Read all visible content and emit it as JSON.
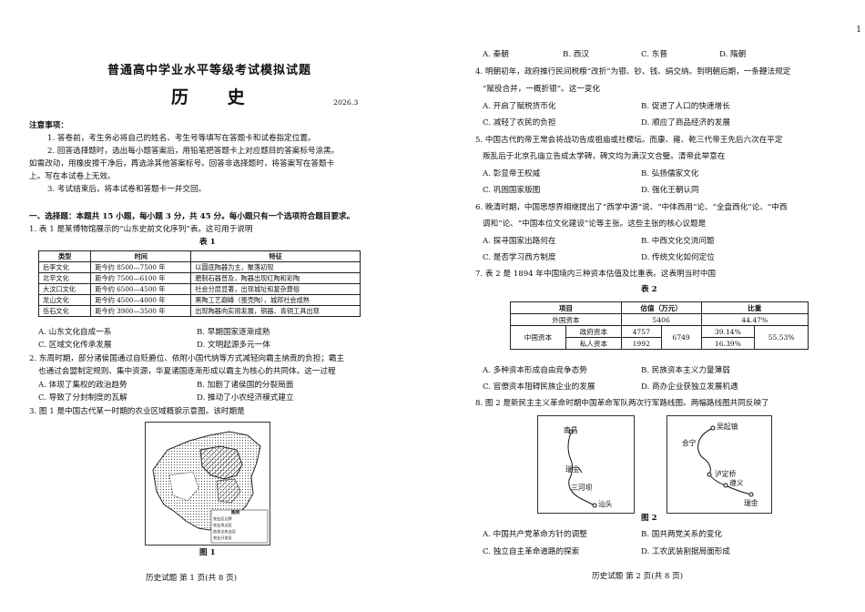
{
  "exam": {
    "title": "普通高中学业水平等级考试模拟试题",
    "subject": "历 史",
    "date": "2026.3"
  },
  "notice": {
    "heading": "注意事项：",
    "items": [
      "1. 答卷前，考生务必将自己的姓名、考生号等填写在答题卡和试卷指定位置。",
      "2. 回答选择题时，选出每小题答案后，用铅笔把答题卡上对应题目的答案标号涂黑。",
      "如需改动，用橡皮擦干净后，再选涂其他答案标号。回答非选择题时，将答案写在答题卡",
      "上。写在本试卷上无效。",
      "3. 考试结束后，将本试卷和答题卡一并交回。"
    ]
  },
  "section1": {
    "heading": "一、选择题：本题共 15 小题，每小题 3 分，共 45 分。每小题只有一个选项符合题目要求。"
  },
  "q1": {
    "stem": "1. 表 1 是某博物馆展示的“山东史前文化序列”表。这可用于说明",
    "table_title": "表 1",
    "headers": [
      "类型",
      "时间",
      "特征"
    ],
    "rows": [
      [
        "后李文化",
        "距今约 8500—7500 年",
        "以圜底陶器为主，聚落初现"
      ],
      [
        "北辛文化",
        "距今约 7500—6100 年",
        "磨制石器普及，陶器出现红陶和彩陶"
      ],
      [
        "大汶口文化",
        "距今约 6500—4500 年",
        "社会分层显著，出现城址和复杂葬俗"
      ],
      [
        "龙山文化",
        "距今约 4500—4000 年",
        "黑陶工艺巅峰（蛋壳陶），城邦社会成熟"
      ],
      [
        "岳石文化",
        "距今约 3900—3500 年",
        "出现陶器向实用发展，铜器、青铜工具出现"
      ]
    ],
    "options": [
      "A. 山东文化自成一系",
      "B. 早期国家逐渐成熟",
      "C. 区域文化传承发展",
      "D. 文明起源多元一体"
    ]
  },
  "q2": {
    "lines": [
      "2. 东周时期，部分诸侯国通过自贬爵位、依附小国代纳等方式减轻向霸主纳贡的负担；霸主",
      "也通过会盟制定规则、集中资源，华夏诸国逐渐形成以霸主为核心的共同体。这一过程"
    ],
    "options": [
      "A. 体现了集权的政治趋势",
      "B. 加剧了诸侯国的分裂局面",
      "C. 导致了分封制度的瓦解",
      "D. 推动了小农经济模式建立"
    ]
  },
  "q3": {
    "stem": "3. 图 1 是中国古代某一时期的农业区域概貌示意图。该时期是",
    "figure_caption": "图 1",
    "legend_title": "图例",
    "legend_items": [
      "农业区边界",
      "农业发达区",
      "较发达农业区",
      "农业开发区"
    ],
    "options": [
      "A. 秦朝",
      "B. 西汉",
      "C. 东晋",
      "D. 隋朝"
    ]
  },
  "q4": {
    "lines": [
      "4. 明朝初年，政府推行民间税粮“改折”为银、钞、钱、绢交纳。到明朝后期，一条鞭法规定",
      "“赋役合并，一概折银”。这一变化"
    ],
    "options": [
      "A. 开启了赋税货币化",
      "B. 促进了人口的快速增长",
      "C. 减轻了农民的负担",
      "D. 顺应了商品经济的发展"
    ]
  },
  "q5": {
    "lines": [
      "5. 中国古代的帝王常会将战功告成祖庙或社稷坛。而康、雍、乾三代帝王先后六次在平定",
      "叛乱后于北京孔庙立告成太学碑，碑文均为满汉文合璧。清帝此举意在"
    ],
    "options": [
      "A. 彰显帝王权威",
      "B. 弘扬儒家文化",
      "C. 巩固国家版图",
      "D. 强化王朝认同"
    ]
  },
  "q6": {
    "lines": [
      "6. 晚清时期，中国思想界相继提出了“西学中源”说、“中体西用”论、“全盘西化”论、“中西",
      "调和”论、“中国本位文化建设”论等主张。这些主张的核心议题是"
    ],
    "options": [
      "A. 探寻国家出路何在",
      "B. 中西文化交流问题",
      "C. 是否学习西方制度",
      "D. 传统文化如何定位"
    ]
  },
  "q7": {
    "stem": "7. 表 2 是 1894 年中国境内三种资本估值及比重表。这表明当时中国",
    "table_title": "表 2",
    "headers": [
      "项目",
      "估值（万元）",
      "比重"
    ],
    "foreign": {
      "label": "外国资本",
      "value": "5406",
      "ratio": "44.47%"
    },
    "chinese": {
      "label": "中国资本",
      "gov_label": "政府资本",
      "gov_value": "4757",
      "gov_ratio": "39.14%",
      "pri_label": "私人资本",
      "pri_value": "1992",
      "pri_ratio": "16.39%",
      "total": "6749",
      "total_ratio": "55.53%"
    },
    "options": [
      "A. 多种资本形成自由竞争态势",
      "B. 民族资本主义力量薄弱",
      "C. 官僚资本阻碍民族企业的发展",
      "D. 商办企业获独立发展机遇"
    ]
  },
  "q8": {
    "stem": "8. 图 2 是新民主主义革命时期中国革命军队两次行军路线图。两幅路线图共同反映了",
    "figure_caption": "图 2",
    "map_a_places": [
      "南昌",
      "瑞金",
      "三河坝",
      "汕头"
    ],
    "map_b_places": [
      "吴起镇",
      "会宁",
      "泸定桥",
      "遵义",
      "瑞金"
    ],
    "options": [
      "A. 中国共产党革命方针的调整",
      "B. 国共两党关系的变化",
      "C. 独立自主革命道路的探索",
      "D. 工农武装割据局面形成"
    ]
  },
  "footer": {
    "left": "历史试题 第 1 页(共 8 页)",
    "right": "历史试题 第 2 页(共 8 页)"
  },
  "edge_mark": "1"
}
